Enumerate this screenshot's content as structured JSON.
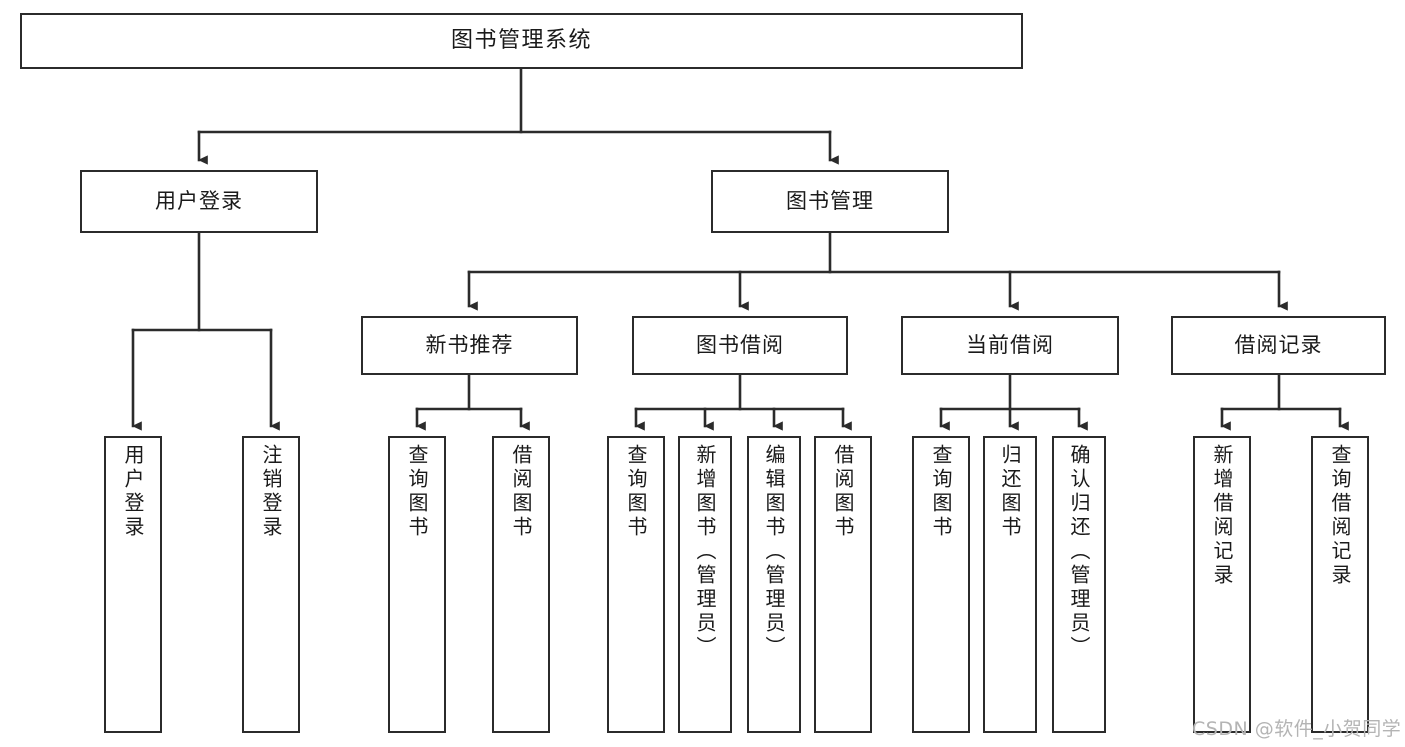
{
  "diagram": {
    "title": "图书管理系统",
    "type": "tree-hierarchy-chart",
    "watermark": "CSDN @软件_小贺同学",
    "colors": {
      "node_border": "#2b2b2b",
      "node_fill": "#ffffff",
      "edge": "#2b2b2b",
      "text": "#1a1a1a",
      "watermark": "#b4b4b4",
      "background": "#ffffff"
    },
    "nodes": {
      "root": {
        "label": "图书管理系统"
      },
      "level2": [
        {
          "id": "user-login",
          "label": "用户登录"
        },
        {
          "id": "book-management",
          "label": "图书管理"
        }
      ],
      "level3": [
        {
          "id": "new-book-recommend",
          "label": "新书推荐"
        },
        {
          "id": "book-borrow",
          "label": "图书借阅"
        },
        {
          "id": "current-borrow",
          "label": "当前借阅"
        },
        {
          "id": "borrow-record",
          "label": "借阅记录"
        }
      ],
      "leaves": {
        "user-login": [
          {
            "id": "leaf-user-login",
            "label": "用户登录"
          },
          {
            "id": "leaf-logout",
            "label": "注销登录"
          }
        ],
        "new-book-recommend": [
          {
            "id": "leaf-query-book-1",
            "label": "查询图书"
          },
          {
            "id": "leaf-borrow-book-1",
            "label": "借阅图书"
          }
        ],
        "book-borrow": [
          {
            "id": "leaf-query-book-2",
            "label": "查询图书"
          },
          {
            "id": "leaf-add-book",
            "label": "新增图书（管理员）"
          },
          {
            "id": "leaf-edit-book",
            "label": "编辑图书（管理员）"
          },
          {
            "id": "leaf-borrow-book-2",
            "label": "借阅图书"
          }
        ],
        "current-borrow": [
          {
            "id": "leaf-query-book-3",
            "label": "查询图书"
          },
          {
            "id": "leaf-return-book",
            "label": "归还图书"
          },
          {
            "id": "leaf-confirm-return",
            "label": "确认归还（管理员）"
          }
        ],
        "borrow-record": [
          {
            "id": "leaf-add-record",
            "label": "新增借阅记录"
          },
          {
            "id": "leaf-query-record",
            "label": "查询借阅记录"
          }
        ]
      }
    }
  }
}
